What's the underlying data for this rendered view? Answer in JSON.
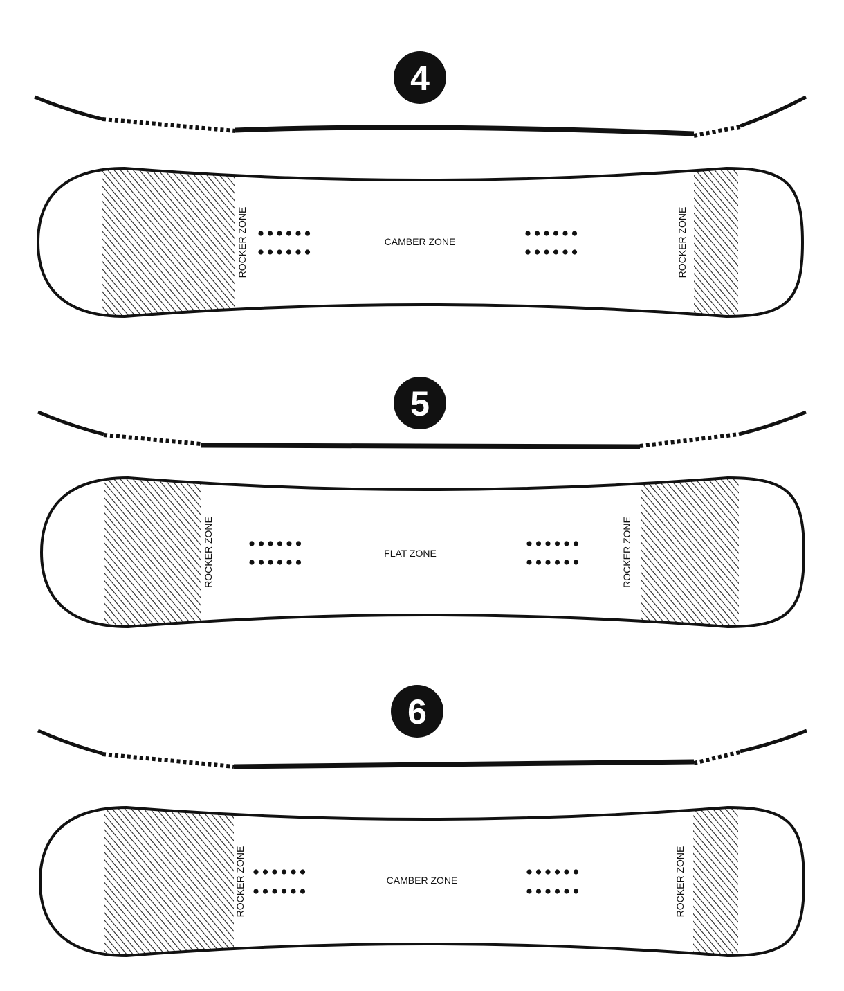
{
  "colors": {
    "ink": "#111111",
    "background": "#ffffff"
  },
  "panels": [
    {
      "number": "4",
      "center_label": "CAMBER ZONE",
      "rocker_left": "ROCKER ZONE",
      "rocker_right": "ROCKER ZONE"
    },
    {
      "number": "5",
      "center_label": "FLAT ZONE",
      "rocker_left": "ROCKER ZONE",
      "rocker_right": "ROCKER ZONE"
    },
    {
      "number": "6",
      "center_label": "CAMBER ZONE",
      "rocker_left": "ROCKER ZONE",
      "rocker_right": "ROCKER ZONE"
    }
  ]
}
